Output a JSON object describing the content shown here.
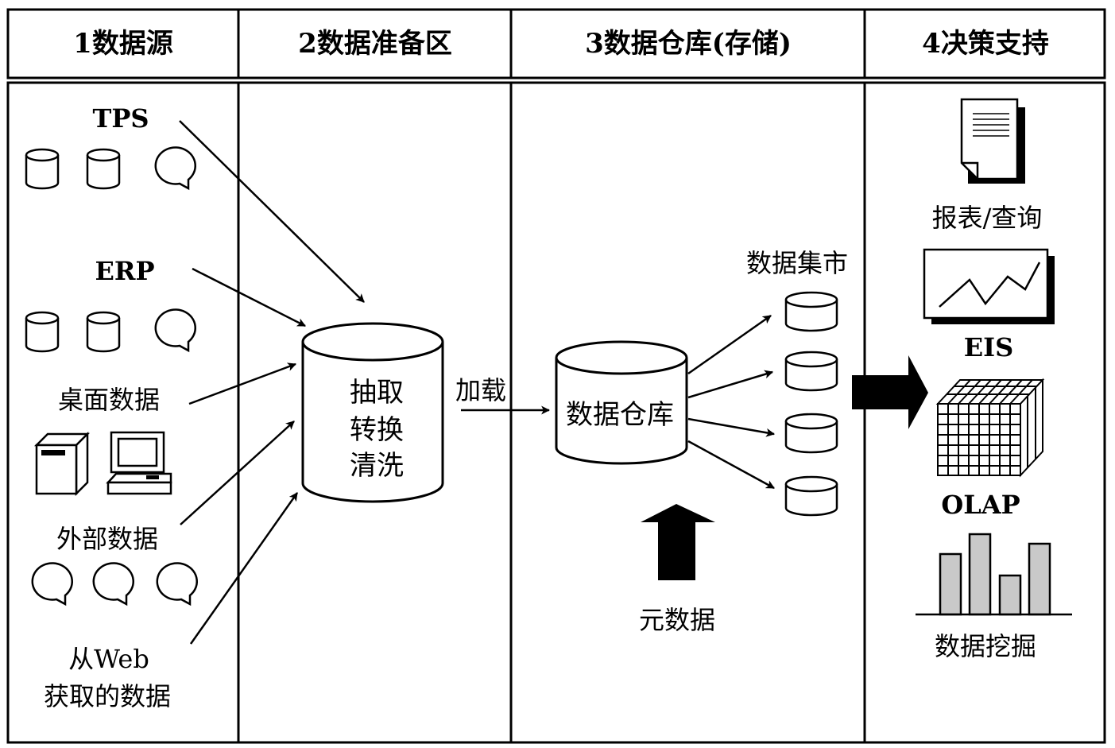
{
  "columns": [
    {
      "label": "1数据源"
    },
    {
      "label": "2数据准备区"
    },
    {
      "label": "3数据仓库(存储)"
    },
    {
      "label": "4决策支持"
    }
  ],
  "sources": {
    "tps": "TPS",
    "erp": "ERP",
    "desktop": "桌面数据",
    "external": "外部数据",
    "web_line1": "从Web",
    "web_line2": "获取的数据"
  },
  "etl": {
    "line1": "抽取",
    "line2": "转换",
    "line3": "清洗"
  },
  "load_label": "加载",
  "warehouse_label": "数据仓库",
  "datamart_label": "数据集市",
  "metadata_label": "元数据",
  "decision": {
    "report": "报表/查询",
    "eis": "EIS",
    "olap": "OLAP",
    "mining": "数据挖掘"
  }
}
